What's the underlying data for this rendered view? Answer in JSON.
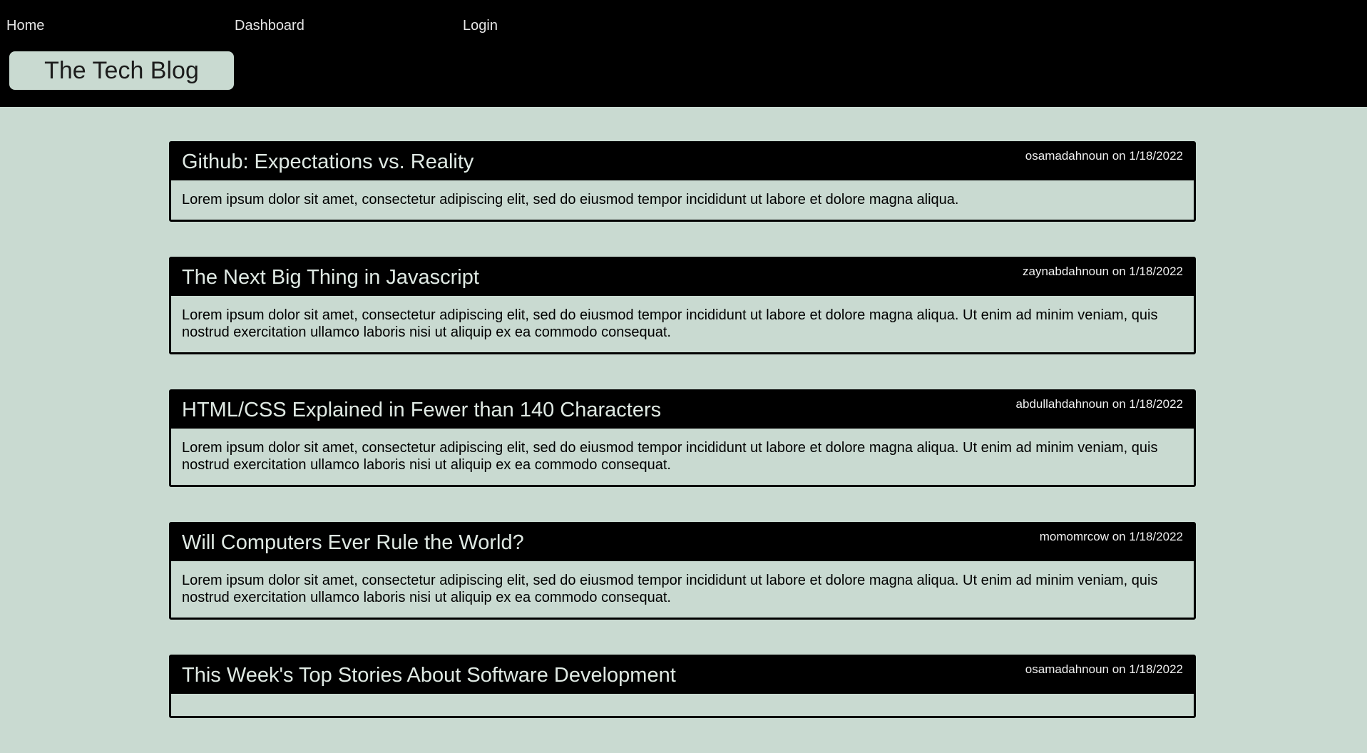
{
  "nav": {
    "home": "Home",
    "dashboard": "Dashboard",
    "login": "Login"
  },
  "brand": {
    "title": "The Tech Blog"
  },
  "posts": [
    {
      "title": "Github: Expectations vs. Reality",
      "meta": "osamadahnoun on 1/18/2022",
      "body": "Lorem ipsum dolor sit amet, consectetur adipiscing elit, sed do eiusmod tempor incididunt ut labore et dolore magna aliqua."
    },
    {
      "title": "The Next Big Thing in Javascript",
      "meta": "zaynabdahnoun on 1/18/2022",
      "body": "Lorem ipsum dolor sit amet, consectetur adipiscing elit, sed do eiusmod tempor incididunt ut labore et dolore magna aliqua. Ut enim ad minim veniam, quis nostrud exercitation ullamco laboris nisi ut aliquip ex ea commodo consequat."
    },
    {
      "title": "HTML/CSS Explained in Fewer than 140 Characters",
      "meta": "abdullahdahnoun on 1/18/2022",
      "body": "Lorem ipsum dolor sit amet, consectetur adipiscing elit, sed do eiusmod tempor incididunt ut labore et dolore magna aliqua. Ut enim ad minim veniam, quis nostrud exercitation ullamco laboris nisi ut aliquip ex ea commodo consequat."
    },
    {
      "title": "Will Computers Ever Rule the World?",
      "meta": "momomrcow on 1/18/2022",
      "body": "Lorem ipsum dolor sit amet, consectetur adipiscing elit, sed do eiusmod tempor incididunt ut labore et dolore magna aliqua. Ut enim ad minim veniam, quis nostrud exercitation ullamco laboris nisi ut aliquip ex ea commodo consequat."
    },
    {
      "title": "This Week's Top Stories About Software Development",
      "meta": "osamadahnoun on 1/18/2022",
      "body": ""
    }
  ]
}
